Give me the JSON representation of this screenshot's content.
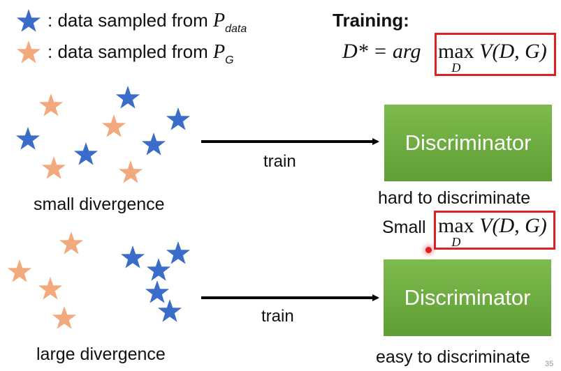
{
  "legend": {
    "blue_text": ": data sampled from ",
    "blue_symbol": "P",
    "blue_sub": "data",
    "orange_text": ": data sampled from ",
    "orange_symbol": "P",
    "orange_sub": "G"
  },
  "training": {
    "label": "Training:",
    "lhs": "D* = arg",
    "max": "max",
    "max_sub": "D",
    "rhs": "V(D, G)"
  },
  "top_row": {
    "caption": "small divergence",
    "arrow_label": "train",
    "box_label": "Discriminator",
    "result": "hard to discriminate",
    "value_prefix": "Small",
    "max": "max",
    "max_sub": "D",
    "rhs": "V(D, G)"
  },
  "bottom_row": {
    "caption": "large divergence",
    "arrow_label": "train",
    "box_label": "Discriminator",
    "result": "easy to discriminate"
  },
  "slide_number": "35",
  "colors": {
    "blue_star": "#3a6cc9",
    "orange_star": "#f2a97e",
    "box_green": "#6aab3e",
    "highlight": "#e02020"
  }
}
